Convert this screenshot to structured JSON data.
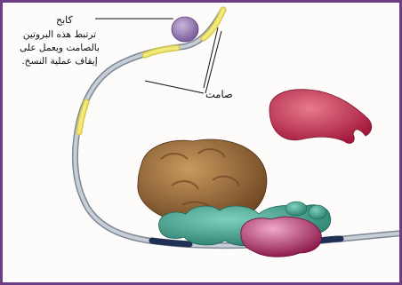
{
  "labels": {
    "repressor": "كابح",
    "repressor_desc": "ترتبط هذه البروتين بالصامت ويعمل على إيقاف عملية النسخ.",
    "silencer": "صامت"
  },
  "colors": {
    "border": "#6b3f86",
    "dna_strand": "#aeb7c3",
    "silencer_segment": "#f0e46a",
    "repressor_protein": "#9c7fb6",
    "rna_polymerase": "#8b5e34",
    "transcription_factors": "#3f9f8a",
    "activator": "#b3244e"
  }
}
